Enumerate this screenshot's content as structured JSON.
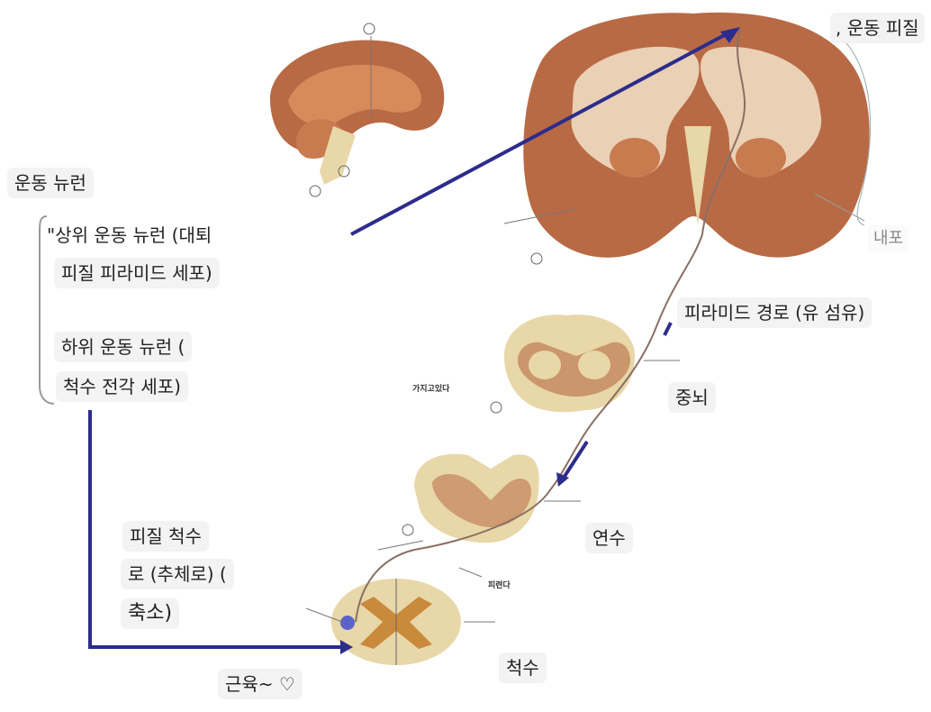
{
  "labels": {
    "motor_neurons": "운동 뉴런",
    "upper_motor_neuron_1": "\"상위 운동 뉴런 (대퇴",
    "upper_motor_neuron_2": "피질 피라미드 세포)",
    "lower_motor_neuron_1": "하위 운동 뉴런 (",
    "lower_motor_neuron_2": "척수 전각 세포)",
    "motor_cortex": ", 운동 피질",
    "internal_capsule": "내포",
    "pyramidal_tract": "피라미드 경로 (유 섬유)",
    "midbrain": "중뇌",
    "medulla": "연수",
    "spinal_cord": "척수",
    "corticospinal_1": "피질 척수",
    "corticospinal_2": "로 (추체로) (",
    "corticospinal_3": "축소)",
    "muscle": "근육~ ♡"
  },
  "small_labels": {
    "cerebral_peduncle_ko": "가지고있다",
    "decussation_ko": "피련다"
  },
  "colors": {
    "brain_tissue": "#b86a45",
    "white_matter": "#f2e2c8",
    "stem_tissue": "#e8d7a8",
    "arrow_blue": "#2c2c8c",
    "tract_line": "#8a6f63",
    "label_bg": "#f3f3f3"
  }
}
